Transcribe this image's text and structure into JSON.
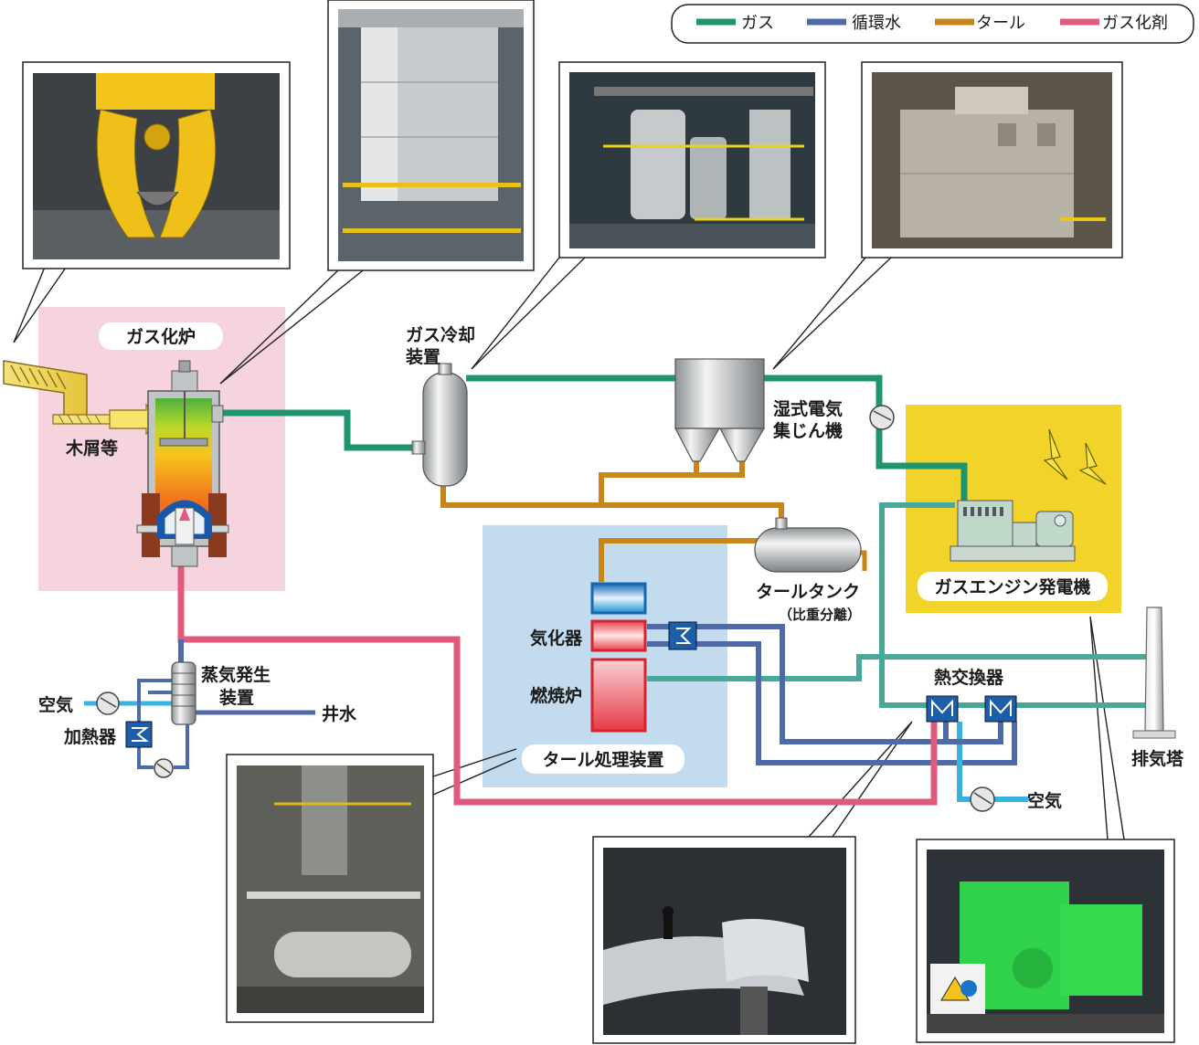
{
  "colors": {
    "gas": "#1f9470",
    "water": "#4f6aa8",
    "water_light": "#38b3df",
    "tar": "#c88618",
    "agent": "#e05a7c",
    "gasifier_zone_bg": "#f6d4de",
    "tar_zone_bg": "#c2dbee",
    "engine_zone_bg": "#f2d32a",
    "turq_line": "#48a89a"
  },
  "legend": {
    "gas": "ガス",
    "water": "循環水",
    "tar": "タール",
    "agent": "ガス化剤"
  },
  "labels": {
    "gasifier": "ガス化炉",
    "woodchips": "木屑等",
    "gas_cooler_1": "ガス冷却",
    "gas_cooler_2": "装置",
    "esp_1": "湿式電気",
    "esp_2": "集じん機",
    "engine": "ガスエンジン発電機",
    "tar_tank": "タールタンク",
    "tar_tank_note": "（比重分離）",
    "vaporizer": "気化器",
    "combustor": "燃焼炉",
    "tar_treatment": "タール処理装置",
    "heat_exchanger": "熱交換器",
    "stack": "排気塔",
    "steam_gen_1": "蒸気発生",
    "steam_gen_2": "装置",
    "well_water": "井水",
    "air_left": "空気",
    "heater": "加熱器",
    "air_bottom": "空気"
  },
  "photos": [
    {
      "name": "grab-crane-photo",
      "icon": "grab-crane-icon"
    },
    {
      "name": "gasifier-photo",
      "icon": "gasifier-tank-icon"
    },
    {
      "name": "gas-cooler-photo",
      "icon": "cooler-vessels-icon"
    },
    {
      "name": "esp-photo",
      "icon": "electrostatic-precipitator-icon"
    },
    {
      "name": "steam-generator-photo",
      "icon": "steam-generator-icon"
    },
    {
      "name": "heat-exchanger-photo",
      "icon": "insulated-pipe-icon"
    },
    {
      "name": "gas-engine-photo",
      "icon": "green-engine-icon"
    }
  ]
}
